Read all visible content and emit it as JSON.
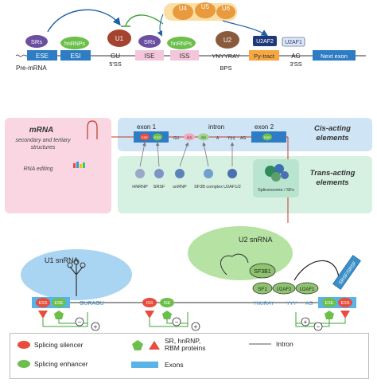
{
  "panel1": {
    "labels": {
      "u4": "U4",
      "u5": "U5",
      "u6": "U6",
      "srs_left": "SRs",
      "hnrnps_left": "hnRNPs",
      "u1": "U1",
      "srs_mid": "SRs",
      "hnrnps_mid": "hnRNPs",
      "u2": "U2",
      "u2af2": "U2AF2",
      "u2af1": "U2AF1",
      "ese": "ESE",
      "esi": "ESI",
      "gu": "GU",
      "ise": "ISE",
      "iss": "ISS",
      "ynyyray": "YNYYRAY",
      "pytract": "Py-tract",
      "ag": "AG",
      "next_exon": "Next exon",
      "premrna": "Pre-mRNA",
      "ss5": "5'SS",
      "bps": "BPS",
      "ss3": "3'SS"
    },
    "colors": {
      "blue_exon": "#2d7cc4",
      "pink": "#f4c6dc",
      "orange": "#f5a742",
      "green": "#6bbf4a",
      "brown": "#8a5a3c",
      "purple": "#6b4fa0",
      "navy": "#1f3a7a"
    }
  },
  "panel2": {
    "mrna_title": "mRNA",
    "mrna_sub1": "secondary and tertiary",
    "mrna_sub2": "structures",
    "rna_editing": "RNA editing",
    "exon1": "exon 1",
    "intron": "intron",
    "exon2": "exon 2",
    "cis_title1": "Cis-acting",
    "cis_title2": "elements",
    "trans_title1": "Trans-acting",
    "trans_title2": "elements",
    "elements": {
      "ese1": "ESE",
      "ess1": "ESS",
      "gu": "GU",
      "iss": "ISS",
      "ise": "ISE",
      "a": "A",
      "yn": "Y(n)",
      "ag": "AG",
      "ese2": "ESE"
    },
    "factors": [
      "HNRNP",
      "SRSF",
      "snRNP",
      "SF3B complex",
      "U2AF1/2",
      "Spliceosome / SFs"
    ]
  },
  "panel3": {
    "u1_snrna": "U1 snRNA",
    "u2_snrna": "U2 snRNA",
    "sf3b1": "SF3B1",
    "sf1": "SF1",
    "u2af2": "U2AF2",
    "u2af1": "U2AF1",
    "ess_left": "ESS",
    "ese_left": "ESE",
    "guragu": "GURAGU",
    "iss": "ISS",
    "ise": "ISE",
    "ynuray": "YNURAY",
    "yyy": "YYY",
    "ag": "AG",
    "ese_right": "ESE",
    "ess_right": "ESS",
    "srsf_tag": "SRSF/SRSF",
    "plus": "+",
    "minus": "−"
  },
  "legend": {
    "silencer": "Splicing silencer",
    "enhancer": "Splicing enhancer",
    "sr_line1": "SR, hnRNP,",
    "sr_line2": "RBM proteins",
    "exons": "Exons",
    "intron": "Intron"
  }
}
